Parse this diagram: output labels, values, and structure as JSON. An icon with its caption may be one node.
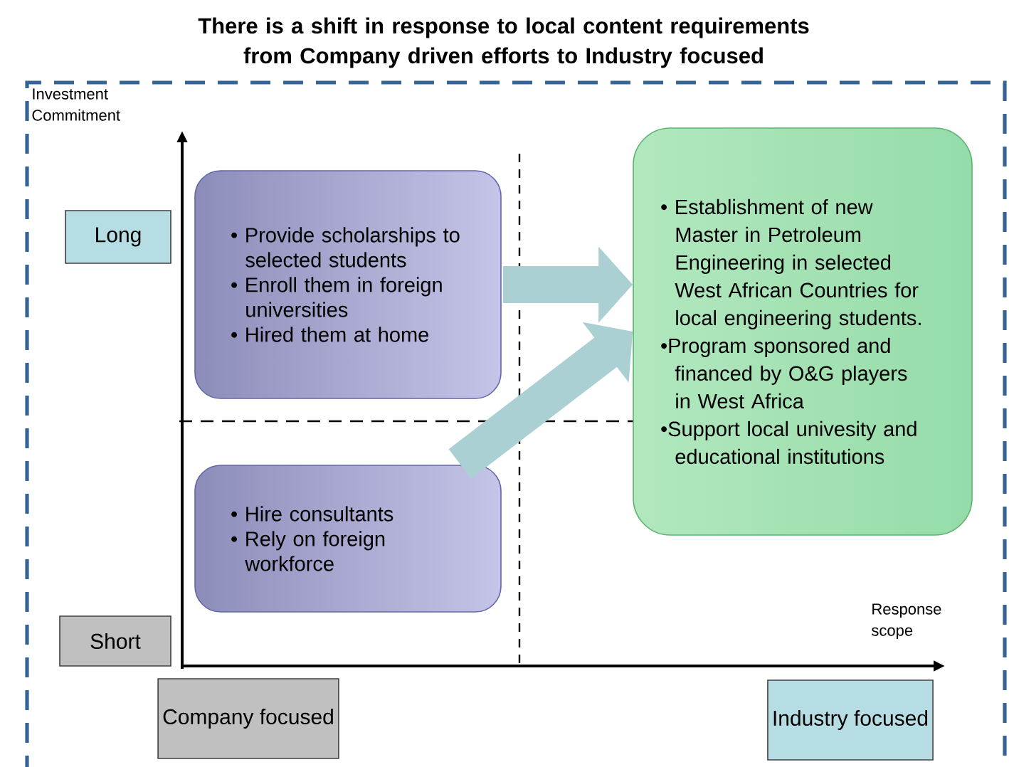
{
  "diagram": {
    "title": "There is a shift in response to local content requirements from Company driven efforts to Industry focused",
    "nodes": [
      {
        "text": [
          "Long"
        ]
      },
      {
        "text": [
          "Short"
        ]
      },
      {
        "text": [
          "Company focused"
        ]
      },
      {
        "text": [
          "Industry focused"
        ]
      },
      {
        "text": [
          "• Provide scholarships to selected students",
          "• Enroll them in foreign universities",
          "• Hired them at home"
        ]
      },
      {
        "text": [
          "• Hire consultants",
          "• Rely on foreign workforce"
        ]
      },
      {
        "text": [
          "• Establishment of new Master in Petroleum Engineering in selected West African Countries for local engineering students.",
          "•Program sponsored and financed by O&G players in West Africa",
          "•Support local univesity and educational institutions"
        ]
      }
    ],
    "edges": [
      {
        "from": 4,
        "to": 6,
        "arrow": "to"
      },
      {
        "from": 5,
        "to": 6,
        "arrow": "to"
      }
    ],
    "labels": [
      "Investment Commitment",
      "Response scope"
    ]
  }
}
